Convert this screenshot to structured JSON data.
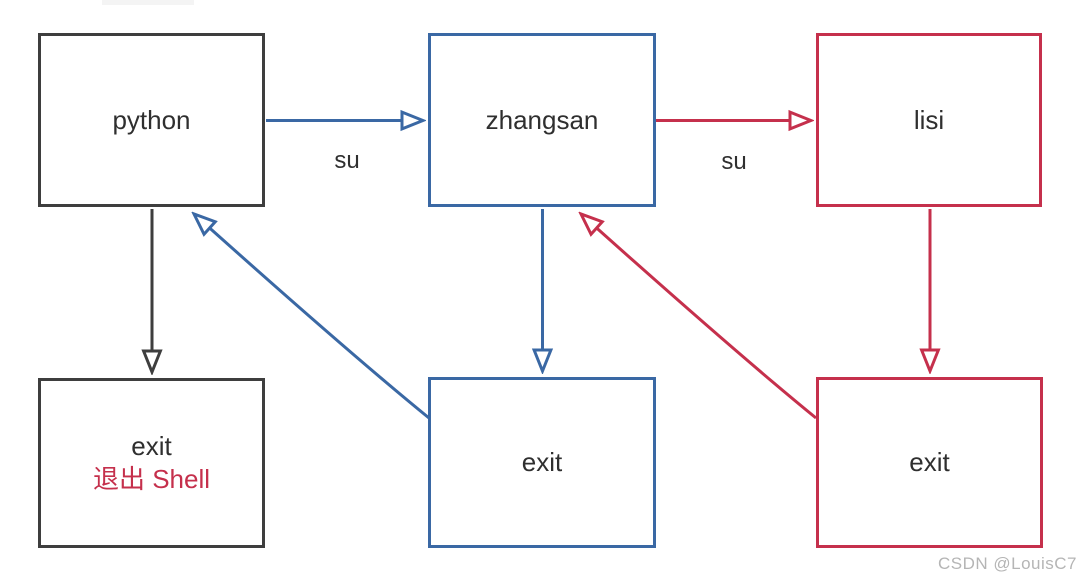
{
  "diagram": {
    "watermark": "CSDN @LouisC7",
    "colors": {
      "dark": "#3e3e3e",
      "blue": "#3a68a4",
      "red": "#c5304c",
      "label_text": "#2f2f2f",
      "watermark_gray": "#b5b5b5",
      "background": "#ffffff"
    },
    "nodes": {
      "python": {
        "label": "python"
      },
      "zhangsan": {
        "label": "zhangsan"
      },
      "lisi": {
        "label": "lisi"
      },
      "exit_shell": {
        "line1": "exit",
        "line2": "退出 Shell"
      },
      "exit_zhangsan": {
        "label": "exit"
      },
      "exit_lisi": {
        "label": "exit"
      }
    },
    "edges": {
      "python_to_zhangsan": {
        "label": "su",
        "from": "python",
        "to": "zhangsan",
        "style": "straight-right"
      },
      "zhangsan_to_lisi": {
        "label": "su",
        "from": "zhangsan",
        "to": "lisi",
        "style": "straight-right"
      },
      "python_to_exit": {
        "label": "",
        "from": "python",
        "to": "exit_shell",
        "style": "straight-down"
      },
      "zhangsan_to_exit": {
        "label": "",
        "from": "zhangsan",
        "to": "exit_zhangsan",
        "style": "straight-down"
      },
      "lisi_to_exit": {
        "label": "",
        "from": "lisi",
        "to": "exit_lisi",
        "style": "straight-down"
      },
      "exit_to_python": {
        "label": "",
        "from": "exit_zhangsan",
        "to": "python",
        "style": "curve-up-left"
      },
      "exit_to_zhangsan": {
        "label": "",
        "from": "exit_lisi",
        "to": "zhangsan",
        "style": "curve-up-left"
      }
    }
  }
}
